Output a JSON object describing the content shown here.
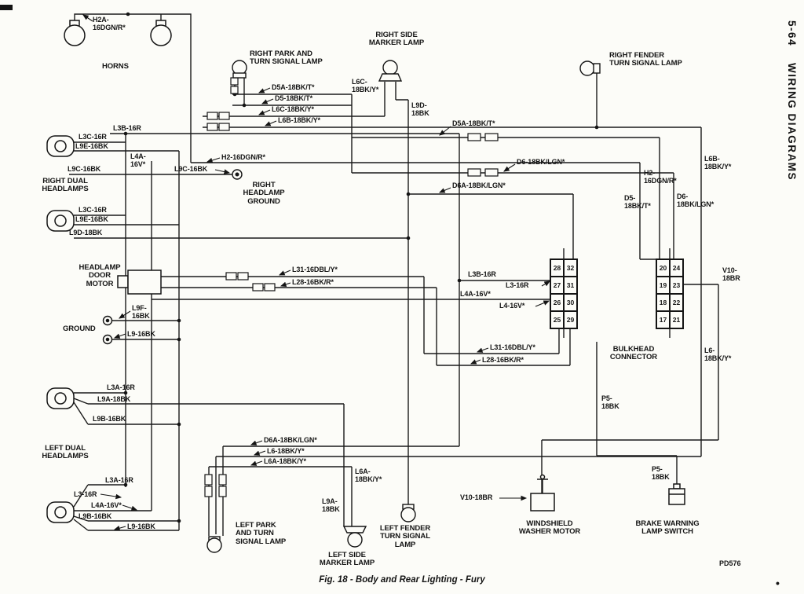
{
  "page": {
    "side_header": "5-64    WIRING DIAGRAMS",
    "caption": "Fig. 18 - Body and Rear Lighting - Fury",
    "code": "PD576",
    "bullet": "•"
  },
  "components": {
    "horns": "HORNS",
    "right_park_turn": "RIGHT PARK AND\nTURN SIGNAL LAMP",
    "right_side_marker": "RIGHT SIDE\nMARKER LAMP",
    "right_fender_turn": "RIGHT FENDER\nTURN SIGNAL LAMP",
    "right_dual_headlamps": "RIGHT DUAL\nHEADLAMPS",
    "right_headlamp_ground": "RIGHT\nHEADLAMP\nGROUND",
    "headlamp_door_motor": "HEADLAMP\nDOOR\nMOTOR",
    "ground": "GROUND",
    "bulkhead_connector": "BULKHEAD\nCONNECTOR",
    "left_dual_headlamps": "LEFT DUAL\nHEADLAMPS",
    "left_park_turn": "LEFT PARK\nAND TURN\nSIGNAL LAMP",
    "left_side_marker": "LEFT SIDE\nMARKER LAMP",
    "left_fender_turn": "LEFT FENDER\nTURN SIGNAL\nLAMP",
    "windshield_washer_motor": "WINDSHIELD\nWASHER MOTOR",
    "brake_warning_switch": "BRAKE WARNING\nLAMP SWITCH"
  },
  "wires": {
    "h2a": "H2A-\n16DGN/R*",
    "l3b_left": "L3B-16R",
    "l3c_upper": "L3C-16R",
    "l9e_upper": "L9E-16BK",
    "l9c_left": "L9C-16BK",
    "l3c_lower": "L3C-16R",
    "l9e_lower": "L9E-16BK",
    "l9d_lower": "L9D-18BK",
    "l4a_left": "L4A-\n16V*",
    "h2_mid": "H2-16DGN/R*",
    "l9c_mid": "L9C-16BK",
    "d5a_stack": "D5A-18BK/T*",
    "d5_stack": "D5-18BK/T*",
    "l6c_stack": "L6C-18BK/Y*",
    "l6b_stack": "L6B-18BK/Y*",
    "l6c_marker": "L6C-\n18BK/Y*",
    "l9d_marker": "L9D-\n18BK",
    "d5a_right": "D5A-18BK/T*",
    "d6_right": "D6-18BK/LGN*",
    "d6a_mid": "D6A-18BK/LGN*",
    "h2_right": "H2-\n16DGN/R*",
    "l6b_right": "L6B-\n18BK/Y*",
    "d5_bulkhead": "D5-\n18BK/T*",
    "d6_bulkhead": "D6-\n18BK/LGN*",
    "l31_mid": "L31-16DBL/Y*",
    "l28_mid": "L28-16BK/R*",
    "l3b_grid": "L3B-16R",
    "l3_grid": "L3-16R",
    "l4a_grid": "L4A-16V*",
    "l4_grid": "L4-16V*",
    "v10_right": "V10-\n18BR",
    "l9f": "L9F-\n16BK",
    "l9_mid": "L9-16BK",
    "l31_low": "L31-16DBL/Y*",
    "l28_low": "L28-16BK/R*",
    "l6_right": "L6-\n18BK/Y*",
    "l3a_upper": "L3A-16R",
    "l9a_upper": "L9A-18BK",
    "l9b_upper": "L9B-16BK",
    "p5_mid": "P5-\n18BK",
    "d6a_low": "D6A-18BK/LGN*",
    "l6_low": "L6-18BK/Y*",
    "l6a_low": "L6A-18BK/Y*",
    "l3a_lower": "L3A-16R",
    "l3_low": "L3-16R",
    "l4a_low": "L4A-16V*",
    "l9b_lower": "L9B-16BK",
    "l9_low": "L9-16BK",
    "l6a_marker": "L6A-\n18BK/Y*",
    "l9a_marker": "L9A-\n18BK",
    "v10_low": "V10-18BR",
    "p5_low": "P5-\n18BK"
  },
  "bulkhead": {
    "left_grid": [
      [
        "28",
        "32"
      ],
      [
        "27",
        "31"
      ],
      [
        "26",
        "30"
      ],
      [
        "25",
        "29"
      ]
    ],
    "right_grid": [
      [
        "20",
        "24"
      ],
      [
        "19",
        "23"
      ],
      [
        "18",
        "22"
      ],
      [
        "17",
        "21"
      ]
    ]
  }
}
